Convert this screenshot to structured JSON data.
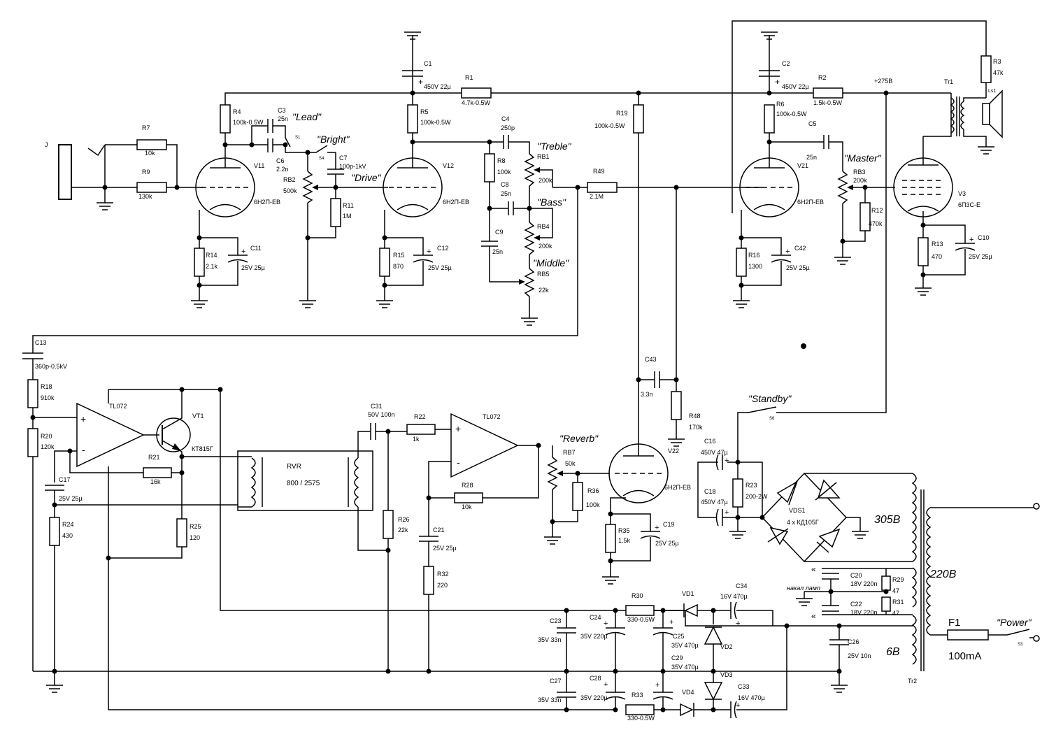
{
  "labels": {
    "J": "J",
    "R7": "R7",
    "R7v": "10k",
    "R9": "R9",
    "R9v": "130k",
    "R4": "R4",
    "R4v": "100k-0.5W",
    "C3": "C3",
    "C3v": "25n",
    "C6": "C6",
    "C6v": "2.2n",
    "S1": "S1",
    "S4": "S4",
    "V11": "V11",
    "V11t": "6Н2П-ЕВ",
    "RB2": "RB2",
    "RB2v": "500k",
    "C7": "C7",
    "C7v": "100p-1kV",
    "R11": "R11",
    "R11v": "1M",
    "R14": "R14",
    "R14v": "2.1k",
    "C11": "C11",
    "C11v": "25V 25µ",
    "C1": "C1",
    "C1v": "450V 22µ",
    "R1": "R1",
    "R1v": "4.7k-0.5W",
    "R5": "R5",
    "R5v": "100k-0.5W",
    "V12": "V12",
    "V12t": "6Н2П-ЕВ",
    "R15": "R15",
    "R15v": "870",
    "C12": "C12",
    "C12v": "25V 25µ",
    "C4": "C4",
    "C4v": "250p",
    "R8": "R8",
    "R8v": "100k",
    "C8": "C8",
    "C8v": "25n",
    "C9": "C9",
    "C9v": "25n",
    "RB1": "RB1",
    "RB1v": "200k",
    "RB4": "RB4",
    "RB4v": "200k",
    "RB5": "RB5",
    "RB5v": "22k",
    "R49": "R49",
    "R49v": "2.1M",
    "R19": "R19",
    "R19v": "100k-0.5W",
    "C2": "C2",
    "C2v": "450V 22µ",
    "R2": "R2",
    "R2v": "1.5k-0.5W",
    "plus275": "+275В",
    "R6": "R6",
    "R6v": "100k-0.5W",
    "C5": "C5",
    "C5v": "25n",
    "V21": "V21",
    "V21t": "6Н2П-ЕВ",
    "RB3": "RB3",
    "RB3v": "200k",
    "R12": "R12",
    "R12v": "470k",
    "R16": "R16",
    "R16v": "1300",
    "C42": "C42",
    "C42v": "25V 25µ",
    "Tr1": "Tr1",
    "R3": "R3",
    "R3v": "47k",
    "Ls1": "Ls1",
    "V3": "V3",
    "V3t": "6П3С-Е",
    "R13": "R13",
    "R13v": "470",
    "C10": "C10",
    "C10v": "25V 25µ",
    "C13": "C13",
    "C13v": "360p-0.5kV",
    "R18": "R18",
    "R18v": "910k",
    "R20": "R20",
    "R20v": "120k",
    "TL072a": "TL072",
    "VT1": "VT1",
    "VT1t": "КТ815Г",
    "R21": "R21",
    "R21v": "16k",
    "C17": "C17",
    "C17v": "25V 25µ",
    "R24": "R24",
    "R24v": "430",
    "R25": "R25",
    "R25v": "120",
    "RVR": "RVR",
    "RVRv": "800 / 2575",
    "C31": "C31",
    "C31v": "50V 100n",
    "R22": "R22",
    "R22v": "1k",
    "TL072b": "TL072",
    "R26": "R26",
    "R26v": "22k",
    "R28": "R28",
    "R28v": "10k",
    "C21": "C21",
    "C21v": "25V 25µ",
    "R32": "R32",
    "R32v": "220",
    "RB7": "RB7",
    "RB7v": "50k",
    "R36": "R36",
    "R36v": "100k",
    "V22": "V22",
    "V22t": "6Н2П-ЕВ",
    "R35": "R35",
    "R35v": "1.5k",
    "C19": "C19",
    "C19v": "25V 25µ",
    "C43": "C43",
    "C43v": "3.3n",
    "R48": "R48",
    "R48v": "170k",
    "S6": "S6",
    "C16": "C16",
    "C16v": "450V 47µ",
    "C18": "C18",
    "C18v": "450V 47µ",
    "R23": "R23",
    "R23v": "200-2W",
    "VDS1": "VDS1",
    "VDS1t": "4 x КД105Г",
    "C20": "C20",
    "C20v": "18V 220n",
    "C22": "C22",
    "C22v": "18V 220n",
    "R29": "R29",
    "R29v": "47",
    "R31": "R31",
    "R31v": "47",
    "nakal": "накал ламп",
    "R30": "R30",
    "R30v": "330-0.5W",
    "R33": "R33",
    "R33v": "330-0.5W",
    "VD1": "VD1",
    "VD2": "VD2",
    "VD3": "VD3",
    "VD4": "VD4",
    "C34": "C34",
    "C34v": "16V 470µ",
    "C33": "C33",
    "C33v": "16V 470µ",
    "C23": "C23",
    "C23v": "35V 33n",
    "C24": "C24",
    "C24v": "35V 220µ",
    "C25": "C25",
    "C25v": "35V 470µ",
    "C27": "C27",
    "C27v": "35V 33n",
    "C28": "C28",
    "C28v": "35V 220µ",
    "C29": "C29",
    "C29v": "35V 470µ",
    "C26": "C26",
    "C26v": "25V 10n",
    "Tr2": "Tr2",
    "F1": "F1",
    "F1v": "100mA",
    "S3": "S3",
    "v305": "305В",
    "v220": "220В",
    "v6": "6В"
  },
  "annotations": {
    "lead": "\"Lead\"",
    "bright": "\"Bright\"",
    "drive": "\"Drive\"",
    "treble": "\"Treble\"",
    "bass": "\"Bass\"",
    "middle": "\"Middle\"",
    "master": "\"Master\"",
    "reverb": "\"Reverb\"",
    "standby": "\"Standby\"",
    "power": "\"Power\""
  }
}
